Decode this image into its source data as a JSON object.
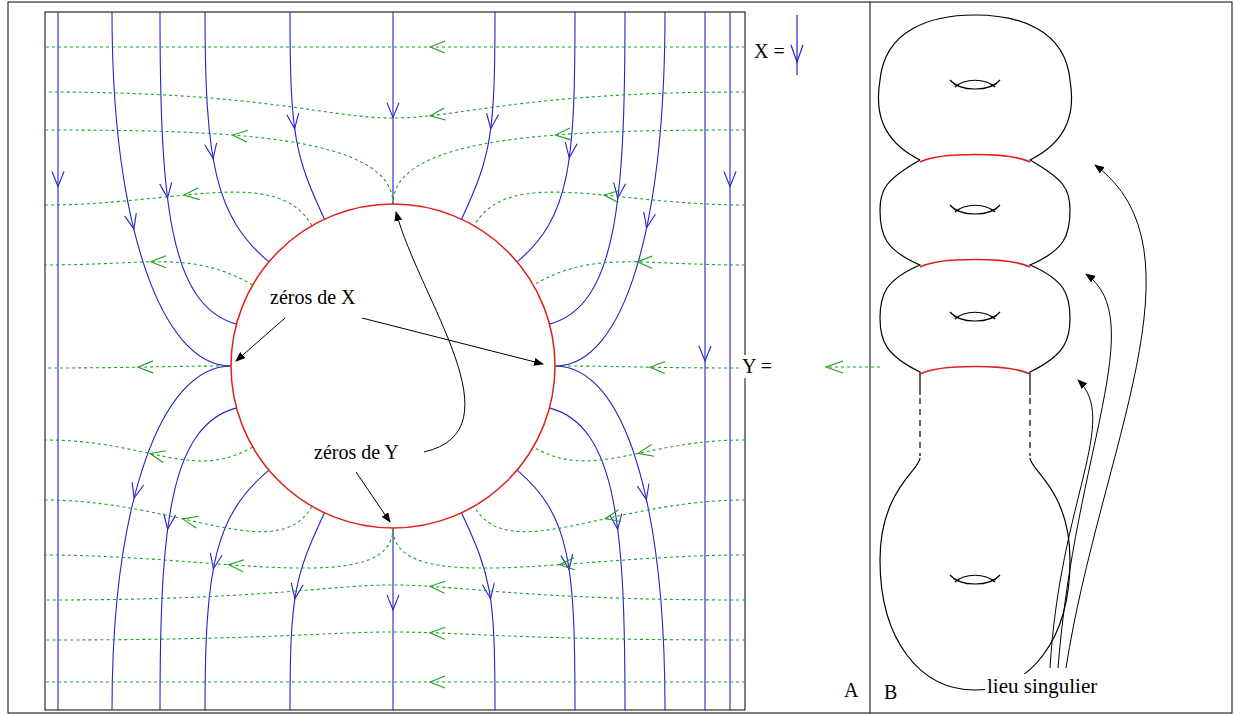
{
  "diagram": {
    "labels": [
      "zéros de X",
      "zéros de Y",
      "A",
      "B",
      "lieu singulier"
    ],
    "legend": [
      {
        "text": "X ="
      },
      {
        "text": "Y ="
      }
    ]
  }
}
